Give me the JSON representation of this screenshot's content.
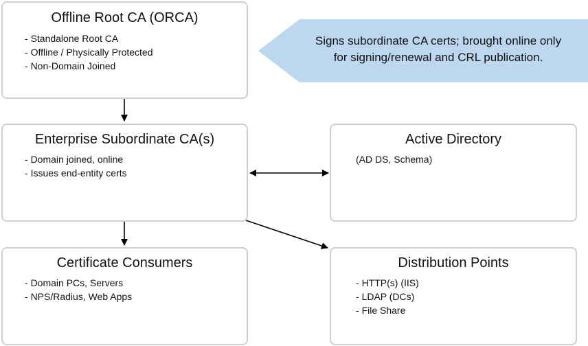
{
  "diagram": {
    "nodes": {
      "orca": {
        "title": "Offline Root CA (ORCA)",
        "items": [
          "Standalone Root CA",
          "Offline / Physically Protected",
          "Non-Domain Joined"
        ]
      },
      "subordinate": {
        "title": "Enterprise Subordinate CA(s)",
        "items": [
          "Domain joined, online",
          "Issues end-entity certs"
        ]
      },
      "active_directory": {
        "title": "Active Directory",
        "items": [
          "(AD DS, Schema)"
        ]
      },
      "consumers": {
        "title": "Certificate Consumers",
        "items": [
          "Domain PCs, Servers",
          "NPS/Radius, Web Apps"
        ]
      },
      "distribution_points": {
        "title": "Distribution Points",
        "items": [
          "HTTP(s) (IIS)",
          "LDAP (DCs)",
          "File Share"
        ]
      }
    },
    "callout": {
      "text_line1": "Signs subordinate CA certs; brought online only",
      "text_line2": "for signing/renewal and CRL publication.",
      "fill_color": "#bdd7ee"
    },
    "edges": [
      {
        "from": "orca",
        "to": "subordinate",
        "direction": "forward"
      },
      {
        "from": "subordinate",
        "to": "active_directory",
        "direction": "both"
      },
      {
        "from": "subordinate",
        "to": "consumers",
        "direction": "forward"
      },
      {
        "from": "subordinate",
        "to": "distribution_points",
        "direction": "forward"
      }
    ],
    "colors": {
      "box_border": "#cfcfcf",
      "arrow": "#000000"
    }
  }
}
